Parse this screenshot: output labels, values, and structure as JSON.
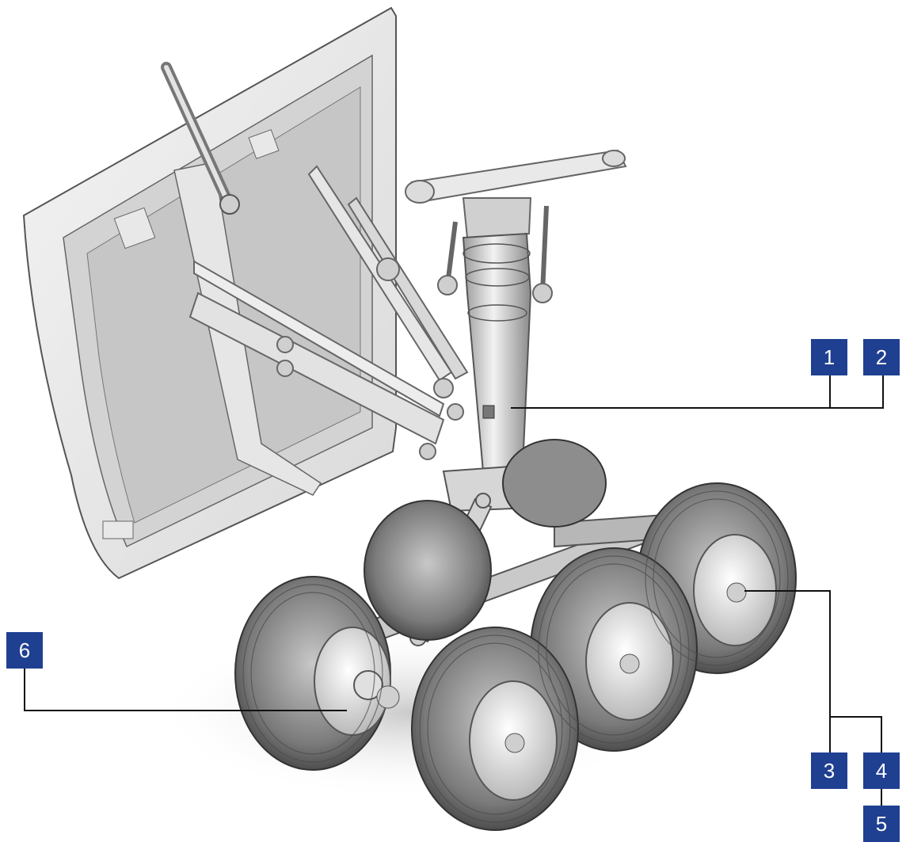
{
  "callouts": [
    {
      "number": "1",
      "color": "#1f3f91"
    },
    {
      "number": "2",
      "color": "#1f3f91"
    },
    {
      "number": "3",
      "color": "#1f3f91"
    },
    {
      "number": "4",
      "color": "#1f3f91"
    },
    {
      "number": "5",
      "color": "#1f3f91"
    },
    {
      "number": "6",
      "color": "#1f3f91"
    }
  ],
  "leader_line_color": "#111111"
}
